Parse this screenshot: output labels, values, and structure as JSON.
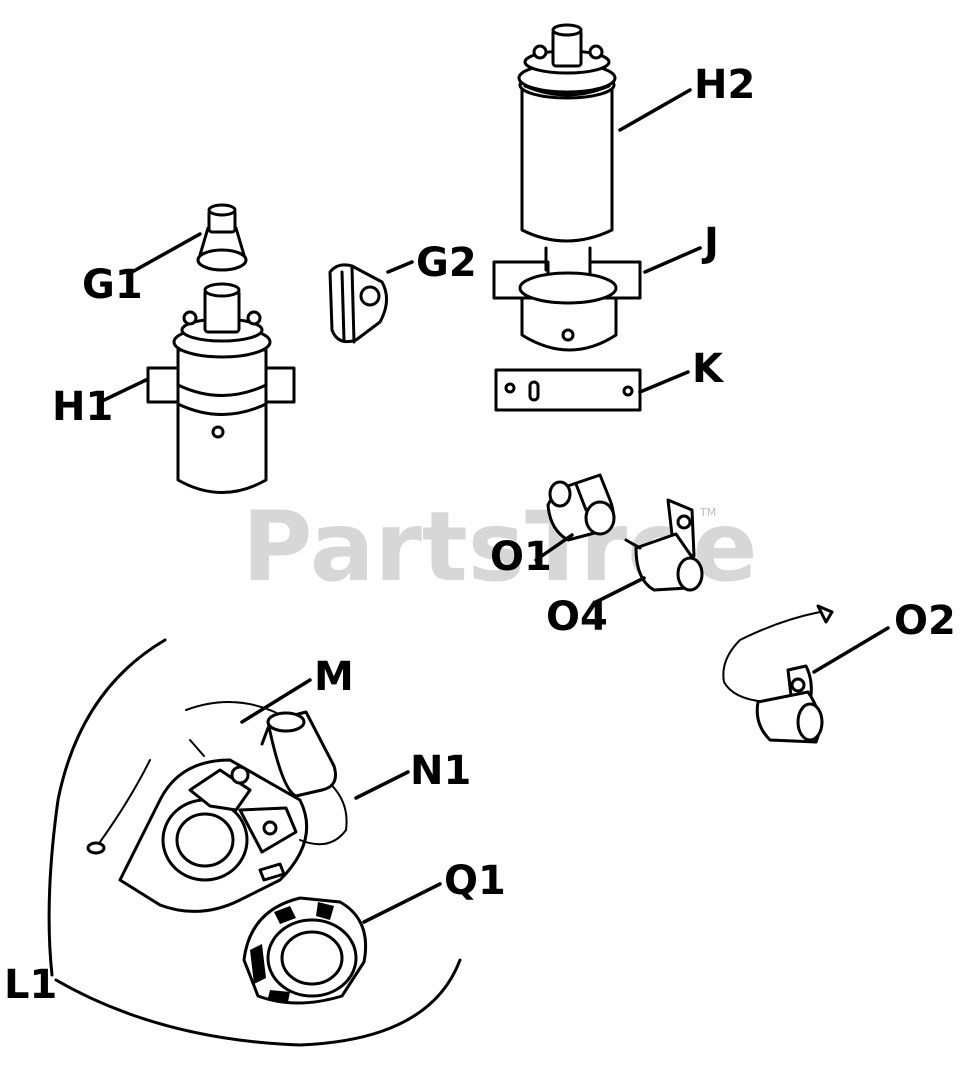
{
  "diagram": {
    "watermark": "PartsTree",
    "watermark_tm": "TM",
    "callouts": {
      "H2": "H2",
      "J": "J",
      "K": "K",
      "G1": "G1",
      "G2": "G2",
      "H1": "H1",
      "O1": "O1",
      "O4": "O4",
      "O2": "O2",
      "M": "M",
      "N1": "N1",
      "Q1": "Q1",
      "L1": "L1"
    }
  }
}
